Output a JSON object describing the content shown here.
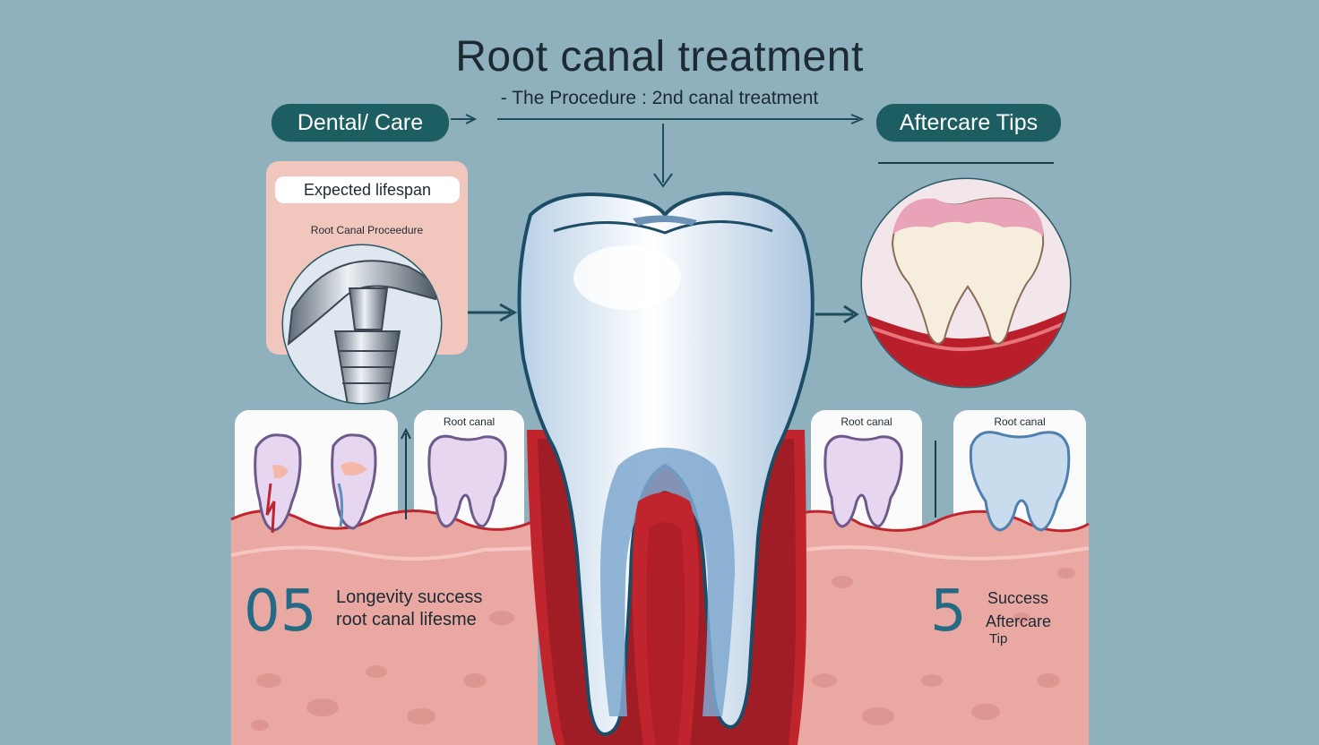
{
  "header": {
    "title": "Root canal treatment",
    "subtitle": "- The Procedure : 2nd canal treatment"
  },
  "pills": {
    "left": "Dental/ Care",
    "right": "Aftercare Tips"
  },
  "info_card": {
    "label": "Expected lifespan",
    "sub_label": "Root Canal Proceedure"
  },
  "small_teeth": {
    "label_1": "Root canal",
    "label_2": "Root canal",
    "label_3": "Root canal"
  },
  "stats": {
    "left": {
      "number": "05",
      "line1": "Longevity success",
      "line2": "root canal lifesme"
    },
    "right": {
      "number": "5",
      "line1": "Success",
      "line2": "Aftercare",
      "line3": "Tip"
    }
  },
  "colors": {
    "background": "#8fb1bd",
    "pill": "#1d5e63",
    "gum": "#f0b0ac",
    "tissue": "#e9a8a2",
    "accent_red": "#c0242c",
    "number_blue": "#256a84"
  },
  "icons": {
    "main": "molar-tooth-icon",
    "implant": "dental-implant-icon",
    "crown": "crowned-tooth-icon"
  }
}
